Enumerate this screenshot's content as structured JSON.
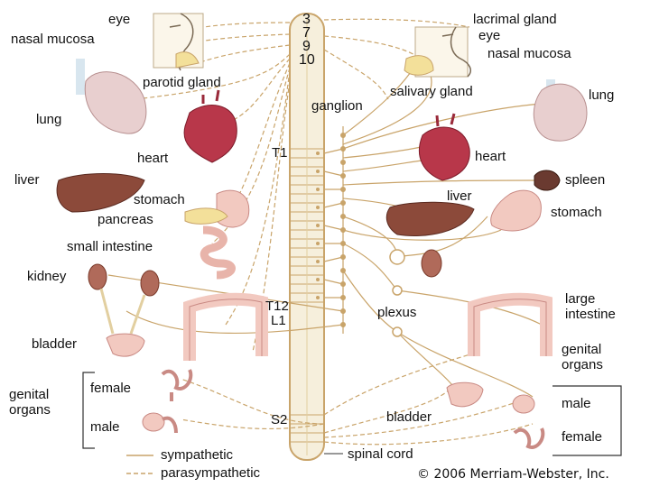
{
  "cord_numbers": {
    "n3": "3",
    "n7": "7",
    "n9": "9",
    "n10": "10"
  },
  "segments": {
    "t1": "T1",
    "t12": "T12",
    "l1": "L1",
    "s2": "S2"
  },
  "left_labels": {
    "eye": "eye",
    "nasal_mucosa": "nasal mucosa",
    "parotid_gland": "parotid gland",
    "lung": "lung",
    "heart": "heart",
    "liver": "liver",
    "stomach": "stomach",
    "pancreas": "pancreas",
    "small_intestine": "small intestine",
    "kidney": "kidney",
    "bladder": "bladder",
    "genital_organs": "genital\norgans",
    "female": "female",
    "male": "male"
  },
  "right_labels": {
    "lacrimal_gland": "lacrimal gland",
    "eye": "eye",
    "nasal_mucosa": "nasal mucosa",
    "salivary_gland": "salivary gland",
    "ganglion": "ganglion",
    "lung": "lung",
    "heart": "heart",
    "spleen": "spleen",
    "liver": "liver",
    "stomach": "stomach",
    "plexus": "plexus",
    "large_intestine": "large\nintestine",
    "genital_organs": "genital\norgans",
    "male": "male",
    "female": "female",
    "bladder": "bladder",
    "spinal_cord": "spinal cord"
  },
  "legend": {
    "sympathetic": "sympathetic",
    "parasympathetic": "parasympathetic"
  },
  "copyright": "© 2006 Merriam-Webster, Inc.",
  "colors": {
    "nerve": "#c9a46a",
    "organ_outline": "#c98a84",
    "heart": "#b8374a",
    "liver": "#8c4a3a",
    "gland": "#f3e09a",
    "lung": "#e8cfcf",
    "intestine": "#f2c9c0"
  }
}
